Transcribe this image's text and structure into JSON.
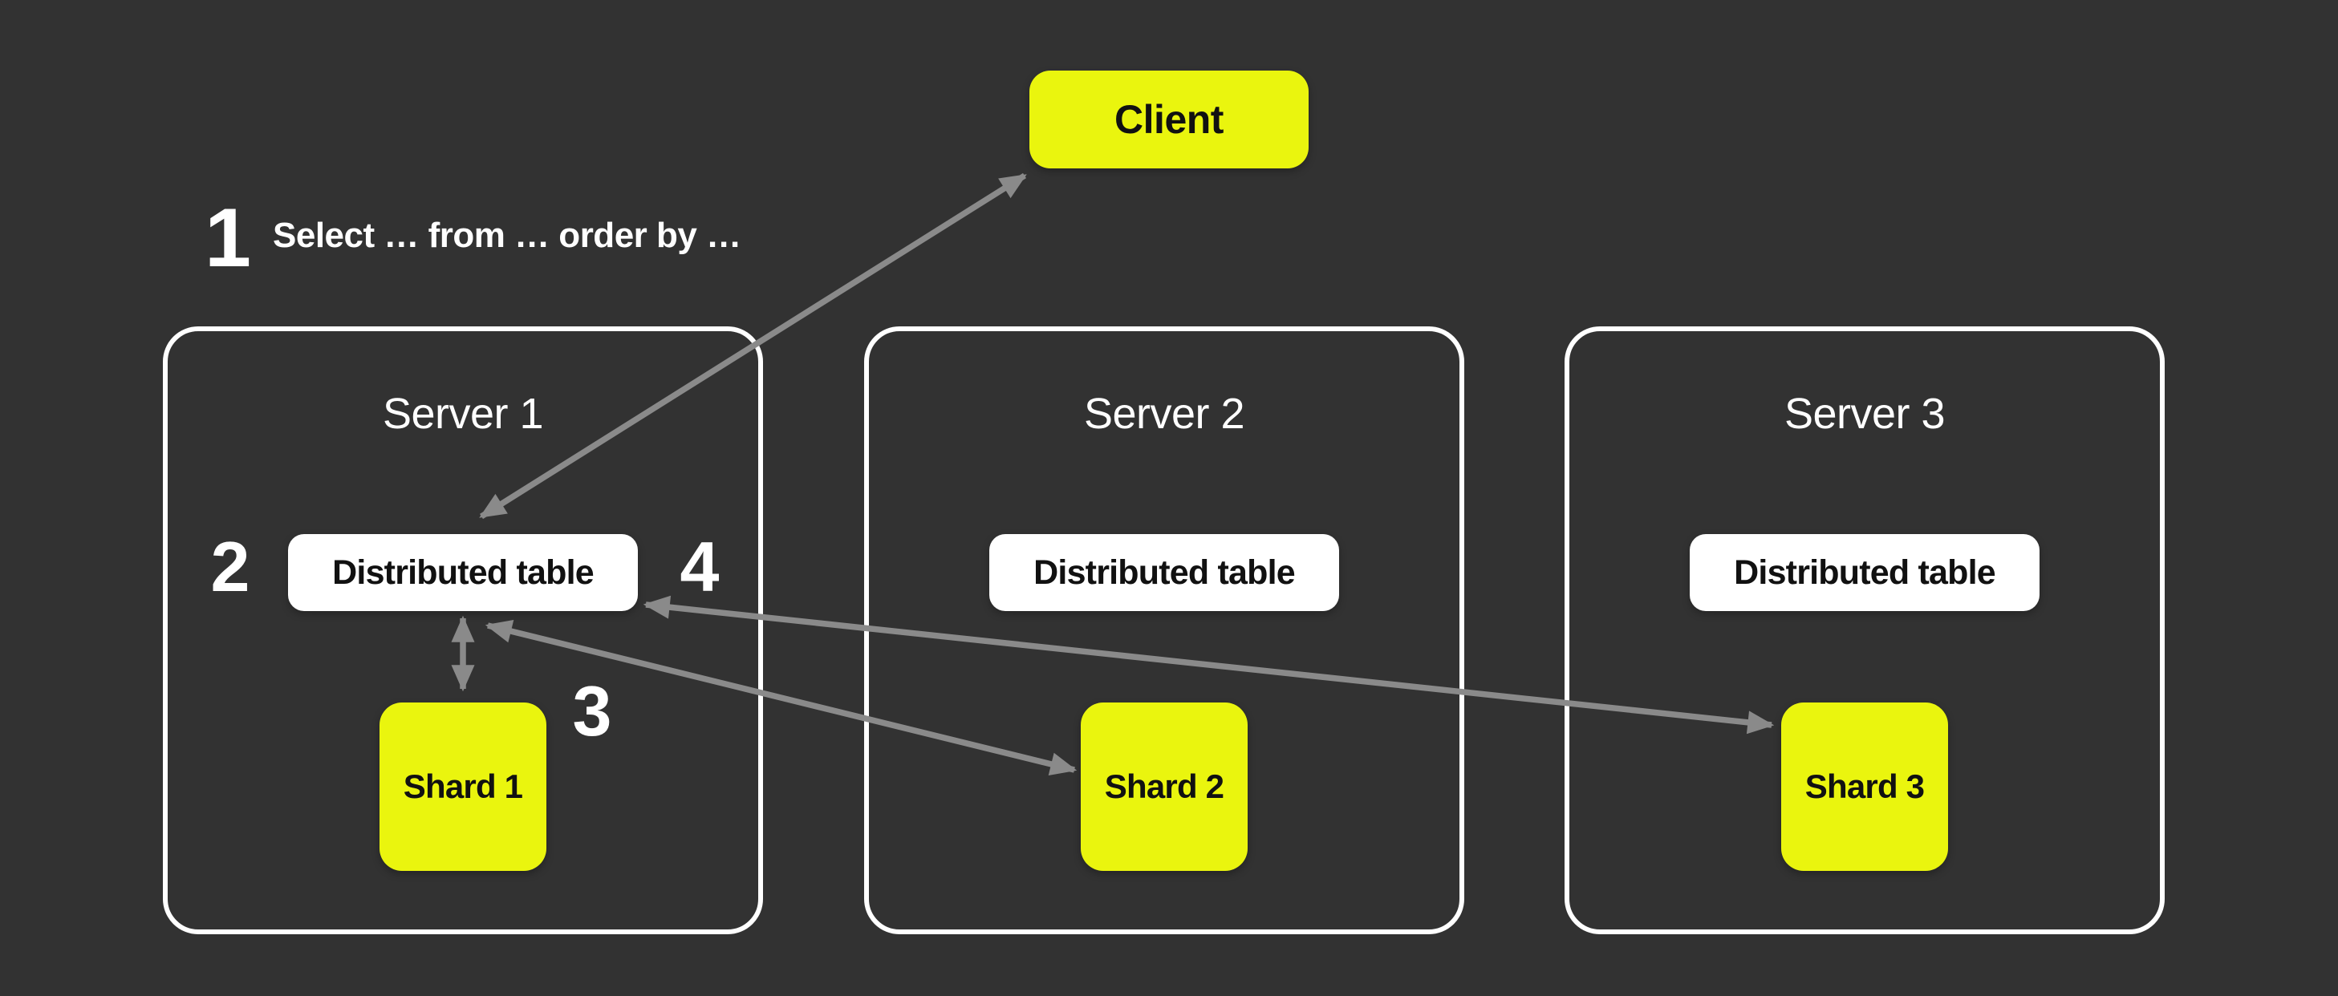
{
  "colors": {
    "background": "#323232",
    "accent_yellow": "#EAF50E",
    "node_white": "#FFFFFF",
    "arrow_gray": "#8A8A8A",
    "text_dark": "#111111",
    "text_light": "#FFFFFF"
  },
  "client": {
    "label": "Client"
  },
  "step1": {
    "number": "1",
    "query": "Select … from … order by …"
  },
  "steps": {
    "step2": "2",
    "step3": "3",
    "step4": "4"
  },
  "servers": [
    {
      "title": "Server 1",
      "table_label": "Distributed table",
      "shard_label": "Shard 1"
    },
    {
      "title": "Server 2",
      "table_label": "Distributed table",
      "shard_label": "Shard 2"
    },
    {
      "title": "Server 3",
      "table_label": "Distributed table",
      "shard_label": "Shard 3"
    }
  ],
  "arrows": [
    {
      "between": [
        "Distributed table (Server 1)",
        "Client"
      ],
      "bidirectional": true
    },
    {
      "between": [
        "Distributed table (Server 1)",
        "Shard 1"
      ],
      "bidirectional": true
    },
    {
      "between": [
        "Distributed table (Server 1)",
        "Shard 2"
      ],
      "bidirectional": true
    },
    {
      "between": [
        "Distributed table (Server 1)",
        "Shard 3"
      ],
      "bidirectional": true
    }
  ]
}
